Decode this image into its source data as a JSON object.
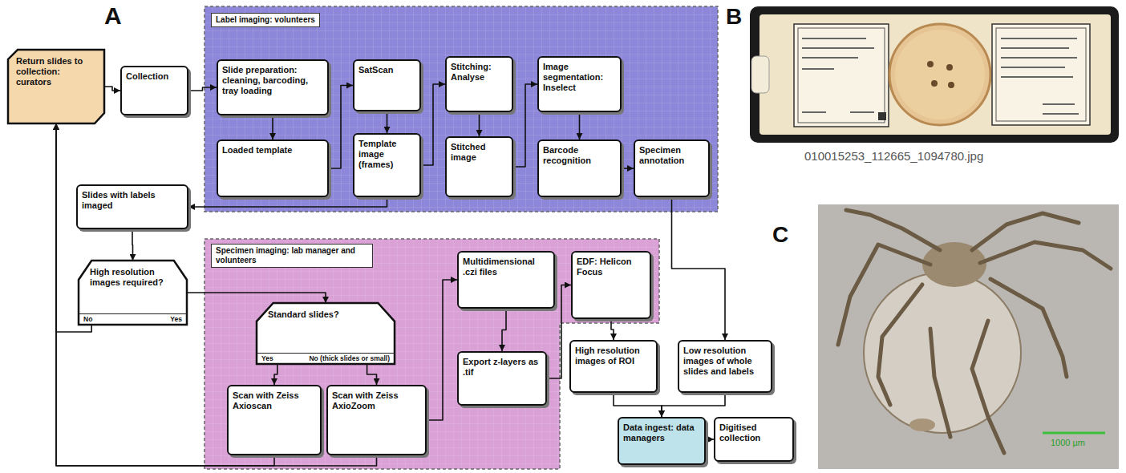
{
  "diagram": {
    "nodes": [
      {
        "text": [
          "Return slides to collection: curators"
        ]
      },
      {
        "text": [
          "Collection"
        ]
      },
      {
        "text": [
          "Label imaging: volunteers"
        ]
      },
      {
        "text": [
          "Slide preparation: cleaning, barcoding, tray loading"
        ],
        "in": 2
      },
      {
        "text": [
          "Loaded template"
        ],
        "in": 2
      },
      {
        "text": [
          "SatScan"
        ],
        "in": 2
      },
      {
        "text": [
          "Template image (frames)"
        ],
        "in": 2
      },
      {
        "text": [
          "Stitching: Analyse"
        ],
        "in": 2
      },
      {
        "text": [
          "Stitched image"
        ],
        "in": 2
      },
      {
        "text": [
          "Image segmentation: Inselect"
        ],
        "in": 2
      },
      {
        "text": [
          "Barcode recognition"
        ],
        "in": 2
      },
      {
        "text": [
          "Specimen annotation"
        ],
        "in": 2
      },
      {
        "text": [
          "Slides with labels imaged"
        ]
      },
      {
        "text": [
          "High resolution images required?",
          "No",
          "Yes"
        ]
      },
      {
        "text": [
          "Specimen imaging: lab manager and volunteers"
        ]
      },
      {
        "text": [
          "Standard slides?",
          "Yes",
          "No (thick slides or small)"
        ],
        "in": 14
      },
      {
        "text": [
          "Scan with Zeiss Axioscan"
        ],
        "in": 14
      },
      {
        "text": [
          "Scan with Zeiss AxioZoom"
        ],
        "in": 14
      },
      {
        "text": [
          "Multidimensional .czi files"
        ],
        "in": 14
      },
      {
        "text": [
          "Export z-layers as .tif"
        ],
        "in": 14
      },
      {
        "text": [
          "EDF: Helicon Focus"
        ],
        "in": 14
      },
      {
        "text": [
          "High resolution images of ROI"
        ]
      },
      {
        "text": [
          "Low resolution images of whole slides and labels"
        ]
      },
      {
        "text": [
          "Data ingest: data managers"
        ]
      },
      {
        "text": [
          "Digitised collection"
        ]
      }
    ],
    "edges": [
      {
        "from": 0,
        "to": 1,
        "arrow": "to"
      },
      {
        "from": 1,
        "to": 3,
        "arrow": "to"
      },
      {
        "from": 3,
        "to": 4,
        "arrow": "to"
      },
      {
        "from": 4,
        "to": 5,
        "arrow": "to"
      },
      {
        "from": 5,
        "to": 6,
        "arrow": "to"
      },
      {
        "from": 6,
        "to": 7,
        "arrow": "to"
      },
      {
        "from": 7,
        "to": 8,
        "arrow": "to"
      },
      {
        "from": 8,
        "to": 9,
        "arrow": "to"
      },
      {
        "from": 9,
        "to": 10,
        "arrow": "to"
      },
      {
        "from": 10,
        "to": 11,
        "arrow": "to"
      },
      {
        "from": 6,
        "to": 12,
        "arrow": "to"
      },
      {
        "from": 12,
        "to": 13,
        "arrow": "to"
      },
      {
        "from": 13,
        "to": 0,
        "arrow": "to"
      },
      {
        "from": 13,
        "to": 15,
        "arrow": "to"
      },
      {
        "from": 15,
        "to": 16,
        "arrow": "to"
      },
      {
        "from": 15,
        "to": 17,
        "arrow": "to"
      },
      {
        "from": 16,
        "to": 0,
        "arrow": "to"
      },
      {
        "from": 17,
        "to": 0,
        "arrow": "to"
      },
      {
        "from": 17,
        "to": 18,
        "arrow": "to"
      },
      {
        "from": 18,
        "to": 19,
        "arrow": "to"
      },
      {
        "from": 19,
        "to": 20,
        "arrow": "to"
      },
      {
        "from": 20,
        "to": 21,
        "arrow": "to"
      },
      {
        "from": 11,
        "to": 22,
        "arrow": "to"
      },
      {
        "from": 21,
        "to": 23,
        "arrow": "to"
      },
      {
        "from": 22,
        "to": 23,
        "arrow": "to"
      },
      {
        "from": 23,
        "to": 24,
        "arrow": "to"
      }
    ],
    "labels": [
      "A",
      "B",
      "010015253_112665_1094780.jpg",
      "C",
      "1000 µm"
    ]
  }
}
